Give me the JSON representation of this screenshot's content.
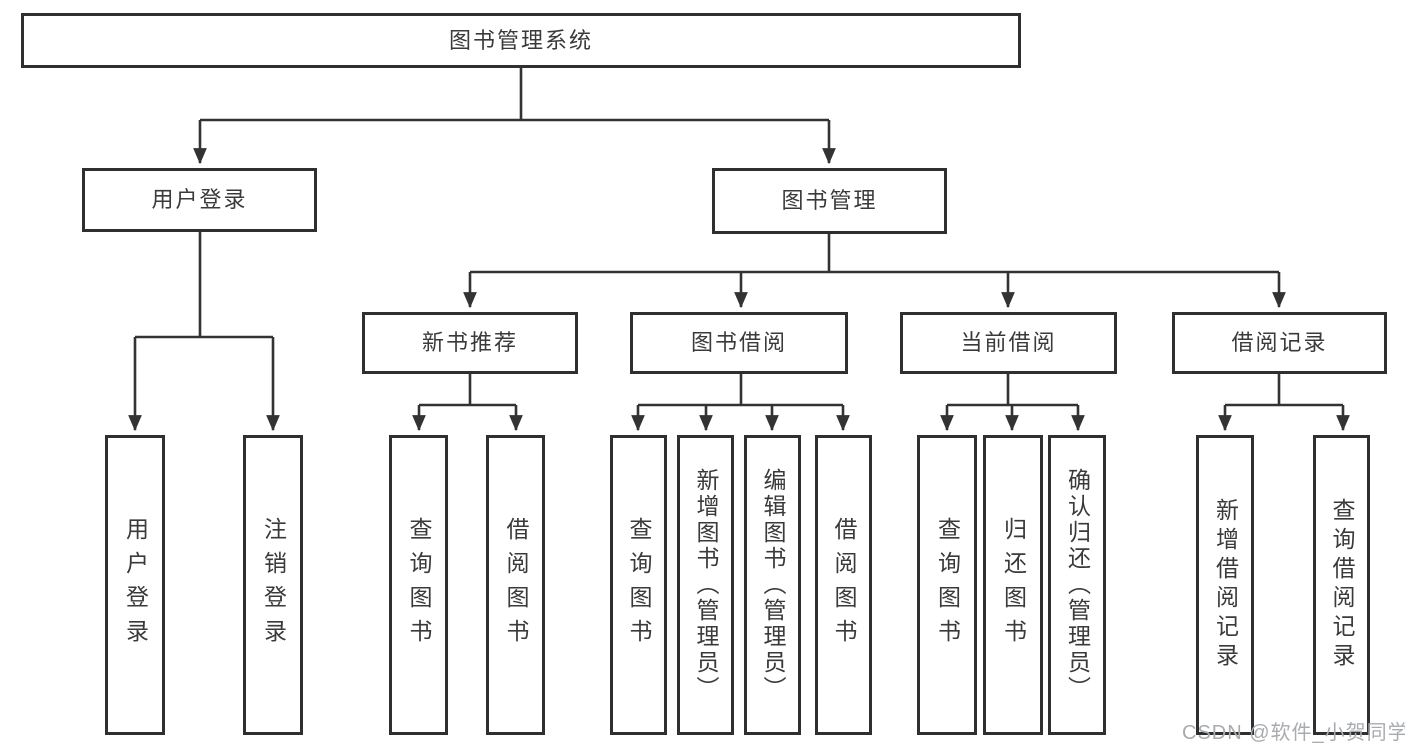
{
  "diagram": {
    "title": "图书管理系统",
    "root": {
      "label": "图书管理系统"
    },
    "level2": [
      {
        "label": "用户登录"
      },
      {
        "label": "图书管理"
      }
    ],
    "level3": [
      {
        "label": "新书推荐"
      },
      {
        "label": "图书借阅"
      },
      {
        "label": "当前借阅"
      },
      {
        "label": "借阅记录"
      }
    ],
    "leaves": {
      "user_login": [
        {
          "label": "用户登录"
        },
        {
          "label": "注销登录"
        }
      ],
      "new_book": [
        {
          "label": "查询图书"
        },
        {
          "label": "借阅图书"
        }
      ],
      "book_borrow": [
        {
          "label": "查询图书"
        },
        {
          "label": "新增图书（管理员）"
        },
        {
          "label": "编辑图书（管理员）"
        },
        {
          "label": "借阅图书"
        }
      ],
      "current_borrow": [
        {
          "label": "查询图书"
        },
        {
          "label": "归还图书"
        },
        {
          "label": "确认归还（管理员）"
        }
      ],
      "records": [
        {
          "label": "新增借阅记录"
        },
        {
          "label": "查询借阅记录"
        }
      ]
    }
  },
  "watermark": {
    "text": "CSDN @软件_小贺同学"
  },
  "colors": {
    "line": "#333333",
    "border": "#2f2f2f",
    "text": "#3a3a3a",
    "watermark": "#a8abb0",
    "background": "#ffffff"
  }
}
